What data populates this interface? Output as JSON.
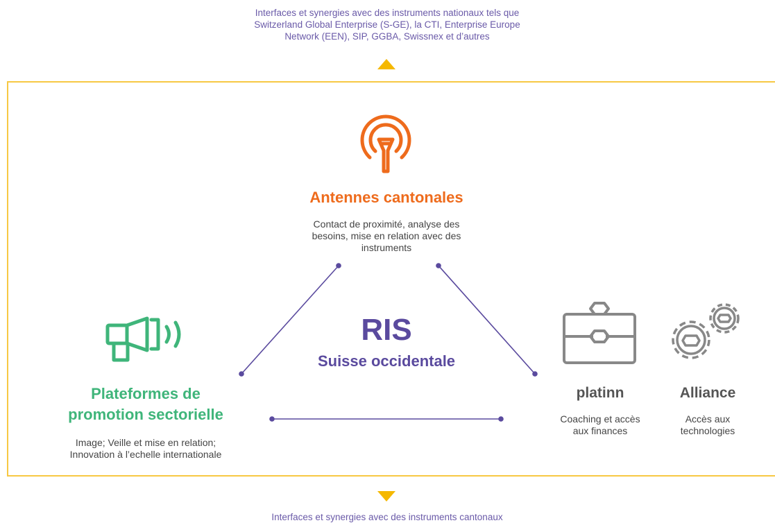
{
  "top_note": [
    "Interfaces et synergies avec des instruments nationaux tels que",
    "Switzerland Global Enterprise (S-GE), la CTI, Enterprise Europe",
    "Network (EEN), SIP, GGBA, Swissnex et d’autres"
  ],
  "bottom_note": "Interfaces et synergies avec des instruments cantonaux",
  "center": {
    "title": "RIS",
    "subtitle": "Suisse occidentale"
  },
  "antennes": {
    "title": "Antennes cantonales",
    "desc": [
      "Contact de proximité, analyse des",
      "besoins, mise en relation avec des",
      "instruments"
    ],
    "icon": "antenna-icon"
  },
  "plateformes": {
    "title": [
      "Plateformes de",
      "promotion sectorielle"
    ],
    "desc": [
      "Image; Veille et mise en relation;",
      "Innovation à l’echelle internationale"
    ],
    "icon": "megaphone-icon"
  },
  "platinn": {
    "title": "platinn",
    "desc": [
      "Coaching et accès",
      "aux finances"
    ],
    "icon": "briefcase-icon"
  },
  "alliance": {
    "title": "Alliance",
    "desc": [
      "Accès aux",
      "technologies"
    ],
    "icon": "gears-icon"
  },
  "colors": {
    "accent_yellow": "#f5b800",
    "frame": "#f7c843",
    "purple": "#5a4a9e",
    "orange": "#ee6b1c",
    "green": "#3fb57a",
    "gray": "#888888"
  }
}
